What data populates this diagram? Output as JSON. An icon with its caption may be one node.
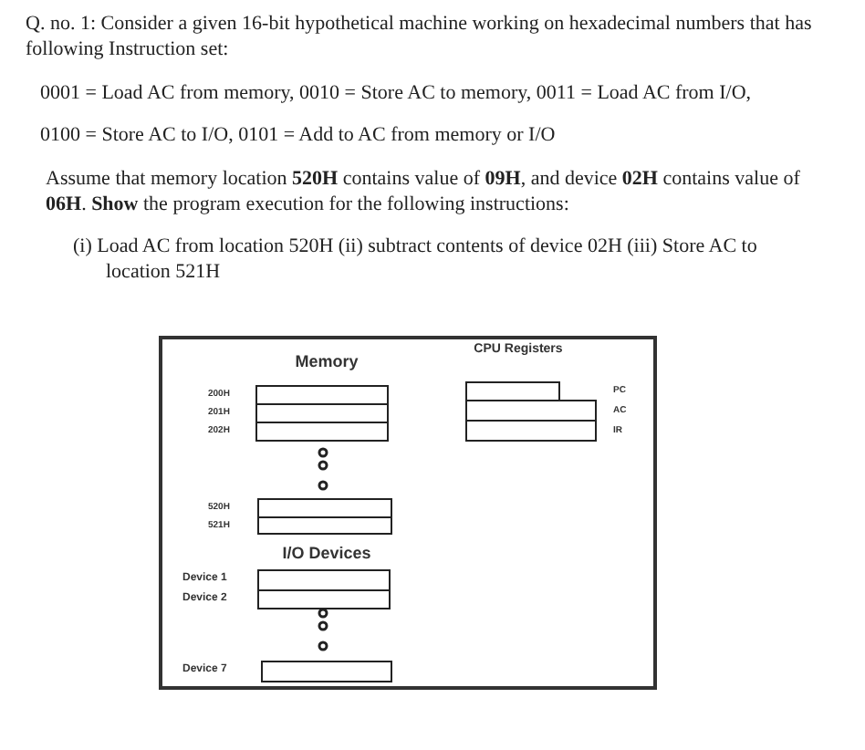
{
  "diagram": {
    "nodes": [
      {
        "text": [],
        "shape": "box"
      },
      {
        "text": [],
        "shape": "box",
        "in": 0,
        "beside": [
          "200H"
        ]
      },
      {
        "text": [],
        "shape": "box",
        "in": 0,
        "beside": [
          "201H"
        ]
      },
      {
        "text": [],
        "shape": "box",
        "in": 0,
        "beside": [
          "202H"
        ]
      },
      {
        "text": [],
        "shape": "box",
        "in": 0
      },
      {
        "text": [],
        "shape": "box",
        "in": 0
      },
      {
        "text": [],
        "shape": "box",
        "in": 0
      },
      {
        "text": [],
        "shape": "box",
        "in": 0,
        "beside": [
          "520H"
        ]
      },
      {
        "text": [],
        "shape": "box",
        "in": 0,
        "beside": [
          "521H"
        ]
      },
      {
        "text": [],
        "shape": "box",
        "in": 0,
        "beside": [
          "Device 1"
        ]
      },
      {
        "text": [],
        "shape": "box",
        "in": 0,
        "beside": [
          "Device 2"
        ]
      },
      {
        "text": [],
        "shape": "box",
        "in": 0,
        "beside": [
          "Device 7"
        ]
      }
    ],
    "labels": [
      "Q. no. 1: Consider a given 16-bit hypothetical machine working on hexadecimal numbers that has following Instruction set:",
      "0001 = Load AC from memory, 0010 = Store AC to memory, 0011 = Load AC from I/O,",
      "0100 = Store AC to I/O, 0101 = Add to AC from memory or I/O",
      "Assume that memory location **520H** contains value of **09H**, and device **02H** contains value of **06H**. **Show** the program execution for the following instructions:",
      "(i) Load AC from location 520H (ii) subtract contents of device 02H (iii) Store AC to location 521H",
      "Memory",
      "CPU Registers",
      "I/O Devices",
      "PC",
      "AC",
      "IR"
    ]
  }
}
